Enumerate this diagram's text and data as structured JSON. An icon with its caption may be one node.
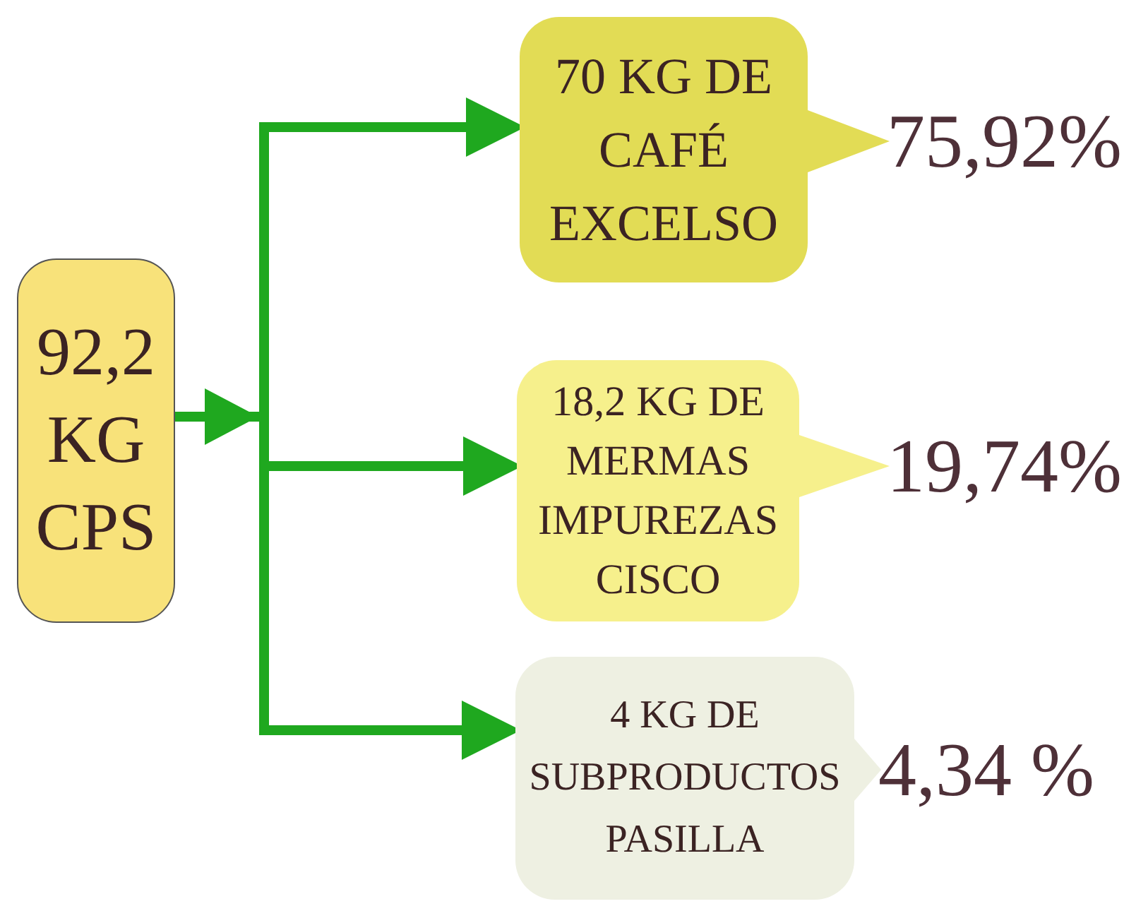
{
  "diagram": {
    "nodes": [
      {
        "text": [
          "92,2 KG CPS"
        ]
      },
      {
        "text": [
          "70 KG DE CAFÉ EXCELSO"
        ],
        "beside": [
          "75,92%"
        ]
      },
      {
        "text": [
          "18,2 KG DE MERMAS IMPUREZAS CISCO"
        ],
        "beside": [
          "19,74%"
        ]
      },
      {
        "text": [
          "4 KG DE SUBPRODUCTOS PASILLA"
        ],
        "beside": [
          "4,34 %"
        ]
      }
    ],
    "edges": [
      {
        "from": 0,
        "to": 1,
        "arrow": "to"
      },
      {
        "from": 0,
        "to": 2,
        "arrow": "to"
      },
      {
        "from": 0,
        "to": 3,
        "arrow": "to"
      }
    ]
  }
}
